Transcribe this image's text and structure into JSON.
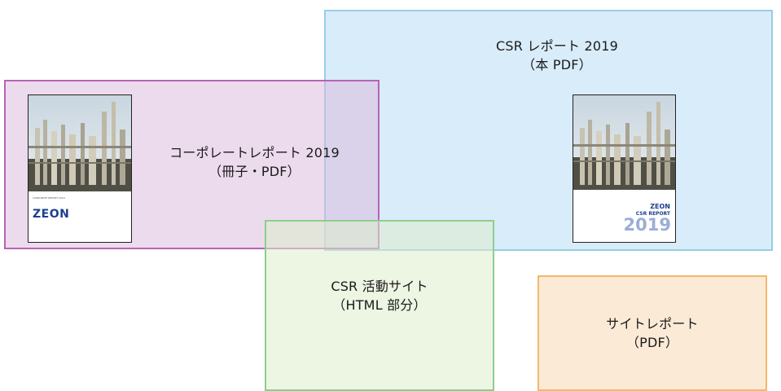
{
  "boxes": {
    "csr_report": {
      "line1": "CSR レポート 2019",
      "line2": "（本 PDF）"
    },
    "corporate": {
      "line1": "コーポレートレポート 2019",
      "line2": "（冊子・PDF）"
    },
    "activity_site": {
      "line1": "CSR 活動サイト",
      "line2": "（HTML 部分）"
    },
    "site_report": {
      "line1": "サイトレポート",
      "line2": "（PDF）"
    }
  },
  "covers": {
    "corporate": {
      "brand": "ZEON",
      "subtitle": "CORPORATE REPORT 2019"
    },
    "csr": {
      "brand": "ZEON",
      "title": "CSR REPORT",
      "year": "2019"
    }
  }
}
